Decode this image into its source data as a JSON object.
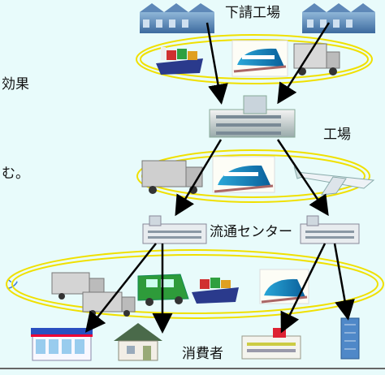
{
  "labels": {
    "subcontract_factory": "下請工場",
    "factory": "工場",
    "distribution_center": "流通センター",
    "consumers": "消費者"
  },
  "cut_text": {
    "effect_fragment": "効果",
    "mu_fragment": "む。",
    "edge_fragment": "ン"
  },
  "colors": {
    "background": "#e8fbfb",
    "ellipse": "#f0e000",
    "arrow": "#000000",
    "edge_text": "#3a7bd5"
  }
}
